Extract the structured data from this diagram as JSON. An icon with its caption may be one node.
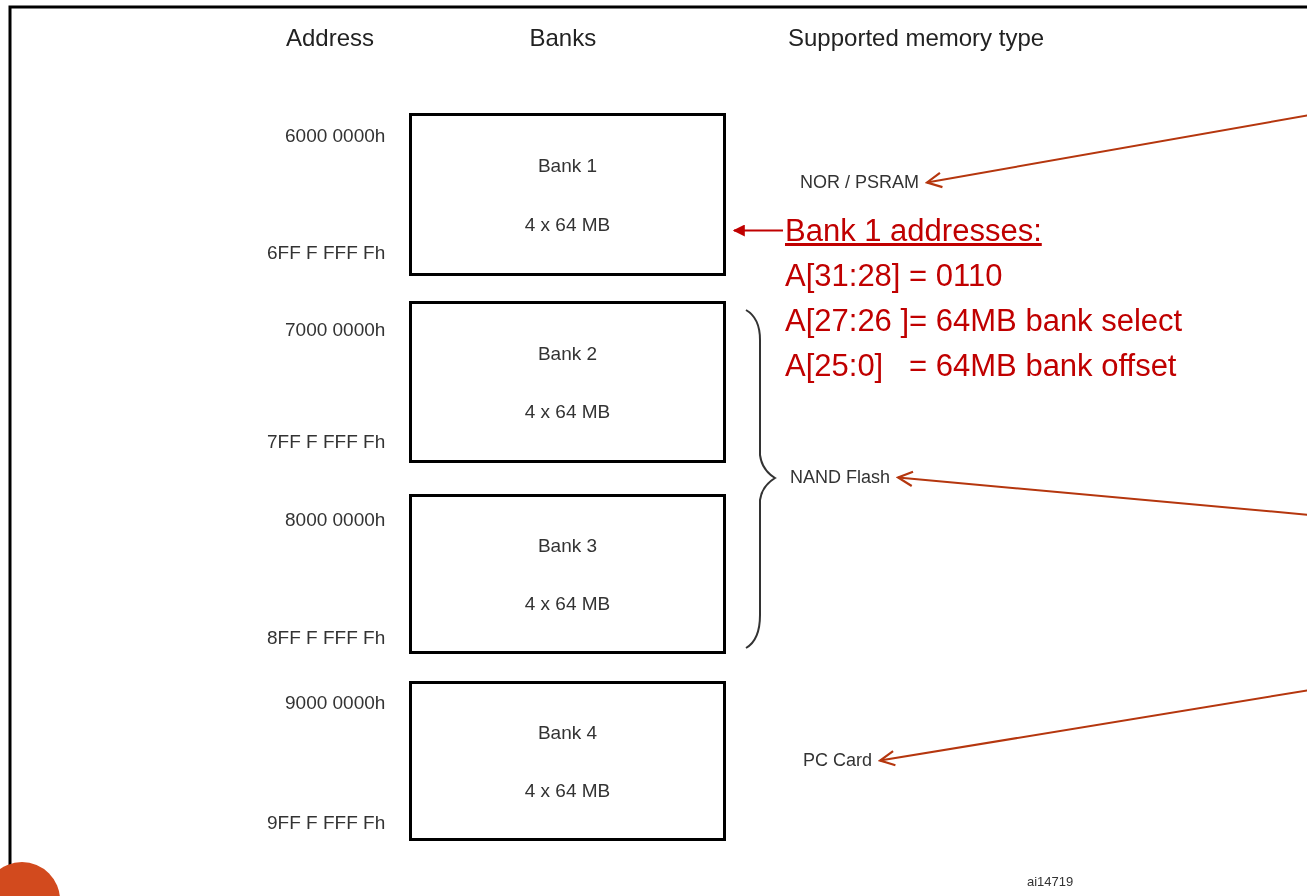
{
  "diagram": {
    "nodes": [
      {
        "text": [
          "Bank 1",
          "4 x 64 MB"
        ]
      },
      {
        "text": [
          "Bank 2",
          "4 x 64 MB"
        ]
      },
      {
        "text": [
          "Bank 3",
          "4 x 64 MB"
        ]
      },
      {
        "text": [
          "Bank 4",
          "4 x 64 MB"
        ]
      },
      {
        "text": [
          "NOR / PSRAM"
        ]
      },
      {
        "text": [
          "NAND Flash"
        ]
      },
      {
        "text": [
          "PC Card"
        ]
      },
      {
        "text": [
          "Bank 1 addresses:",
          "A[31:28] = 0110",
          "A[27:26 ]= 64MB bank select",
          "A[25:0]   = 64MB bank offset"
        ]
      }
    ],
    "edges": [
      {
        "from": 7,
        "to": 0,
        "arrow": "to",
        "color": "#c00000"
      },
      {
        "from": null,
        "to": 4,
        "arrow": "to"
      },
      {
        "from": null,
        "to": 5,
        "arrow": "to"
      },
      {
        "from": null,
        "to": 6,
        "arrow": "to"
      }
    ],
    "labels": [
      "Address",
      "Banks",
      "Supported memory type",
      "6000 0000h",
      "6FF F FFF Fh",
      "7000 0000h",
      "7FF F FFF Fh",
      "8000 0000h",
      "8FF F FFF Fh",
      "9000 0000h",
      "9FF F FFF Fh",
      "ai14719"
    ]
  }
}
